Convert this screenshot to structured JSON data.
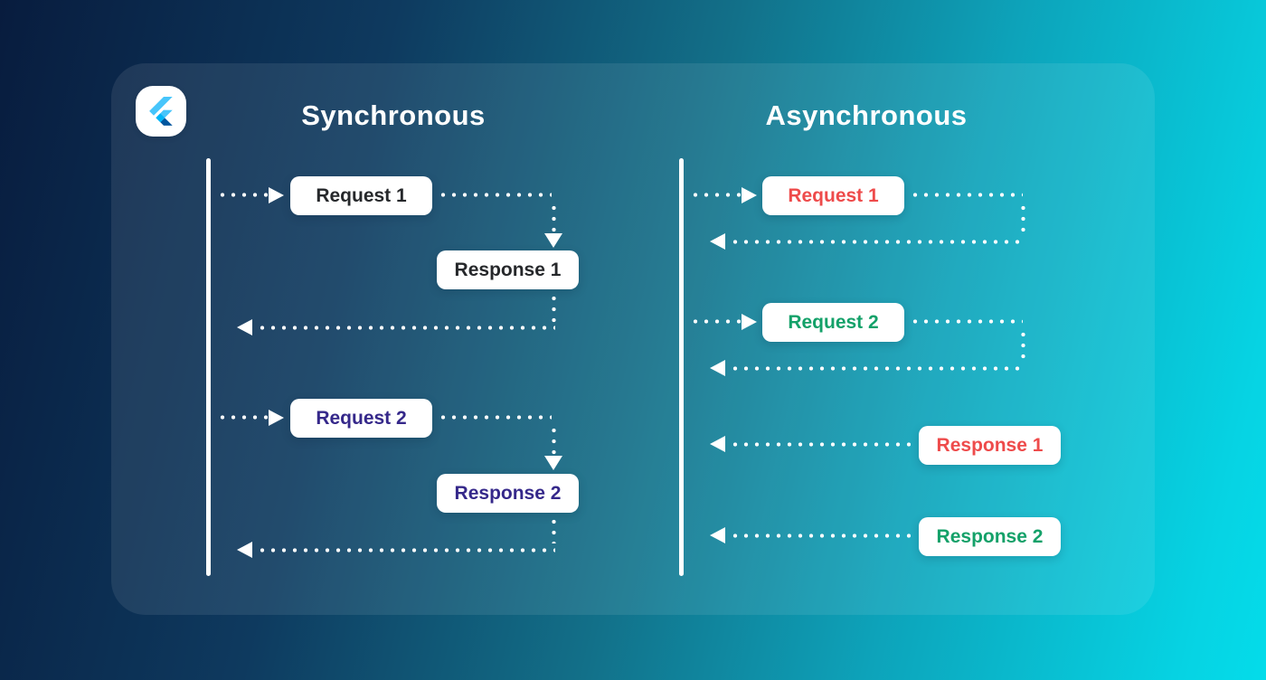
{
  "palette": {
    "background_start": "#081c3e",
    "background_end": "#06d3e3",
    "card_overlay": "rgba(255,255,255,0.085)",
    "line_color": "#ffffff",
    "box_background": "#ffffff",
    "sync_pair1_text": "#26282b",
    "sync_pair2_text": "#35288a",
    "async_pair1_text": "#ee4b4b",
    "async_pair2_text": "#14a169"
  },
  "logo": {
    "name": "Flutter logo"
  },
  "sync": {
    "title": "Synchronous",
    "request1": {
      "label": "Request 1",
      "color": "#26282b"
    },
    "response1": {
      "label": "Response 1",
      "color": "#26282b"
    },
    "request2": {
      "label": "Request 2",
      "color": "#35288a"
    },
    "response2": {
      "label": "Response 2",
      "color": "#35288a"
    }
  },
  "async": {
    "title": "Asynchronous",
    "request1": {
      "label": "Request 1",
      "color": "#ee4b4b"
    },
    "request2": {
      "label": "Request 2",
      "color": "#14a169"
    },
    "response1": {
      "label": "Response 1",
      "color": "#ee4b4b"
    },
    "response2": {
      "label": "Response 2",
      "color": "#14a169"
    }
  }
}
